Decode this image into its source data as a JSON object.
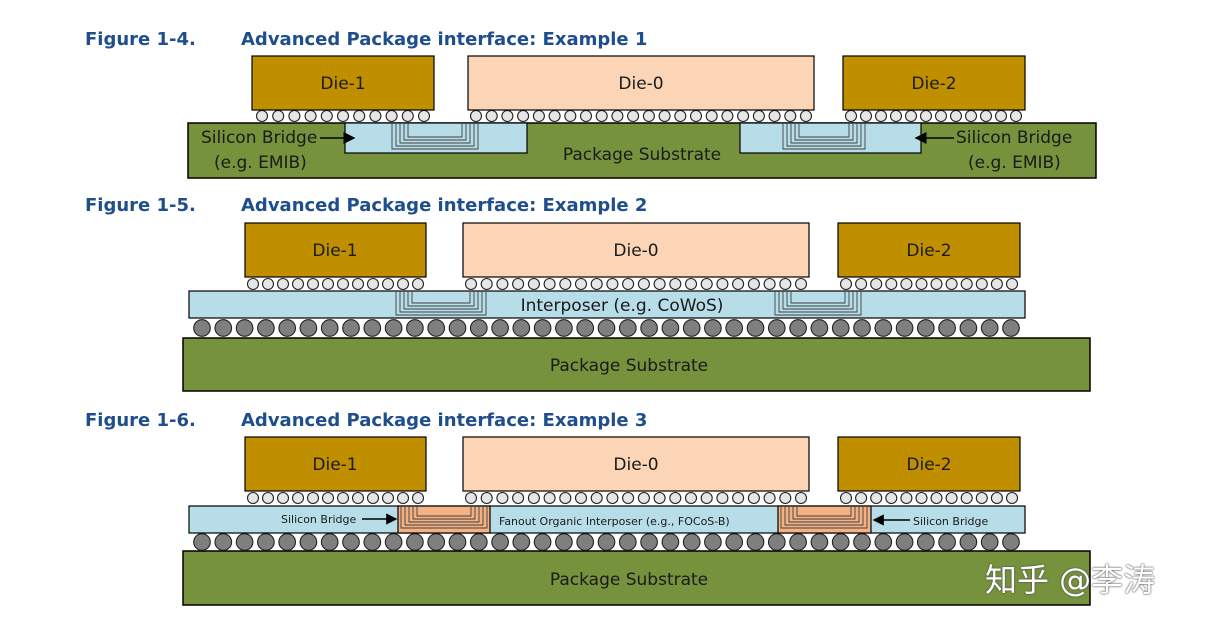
{
  "figures": [
    {
      "number": "Figure 1-4.",
      "title": "Advanced Package interface: Example 1",
      "die_left": "Die-1",
      "die_center": "Die-0",
      "die_right": "Die-2",
      "substrate": "Package Substrate",
      "bridge_left_line1": "Silicon Bridge",
      "bridge_left_line2": "(e.g. EMIB)",
      "bridge_right_line1": "Silicon Bridge",
      "bridge_right_line2": "(e.g. EMIB)"
    },
    {
      "number": "Figure 1-5.",
      "title": "Advanced Package interface: Example 2",
      "die_left": "Die-1",
      "die_center": "Die-0",
      "die_right": "Die-2",
      "interposer": "Interposer (e.g. CoWoS)",
      "substrate": "Package Substrate"
    },
    {
      "number": "Figure 1-6.",
      "title": "Advanced Package interface: Example 3",
      "die_left": "Die-1",
      "die_center": "Die-0",
      "die_right": "Die-2",
      "bridge_left": "Silicon Bridge",
      "interposer": "Fanout Organic Interposer (e.g., FOCoS-B)",
      "bridge_right": "Silicon Bridge",
      "substrate": "Package Substrate"
    }
  ],
  "watermark": "知乎 @李涛",
  "colors": {
    "caption": "#1f4e8c",
    "die_gold": "#bf8f00",
    "die_peach": "#fbd5b5",
    "substrate_green": "#76923c",
    "interposer_blue": "#b7dde8",
    "bridge_orange": "#f4b183",
    "bump_light": "#e6e6e6",
    "bump_dark": "#7f7f7f"
  }
}
